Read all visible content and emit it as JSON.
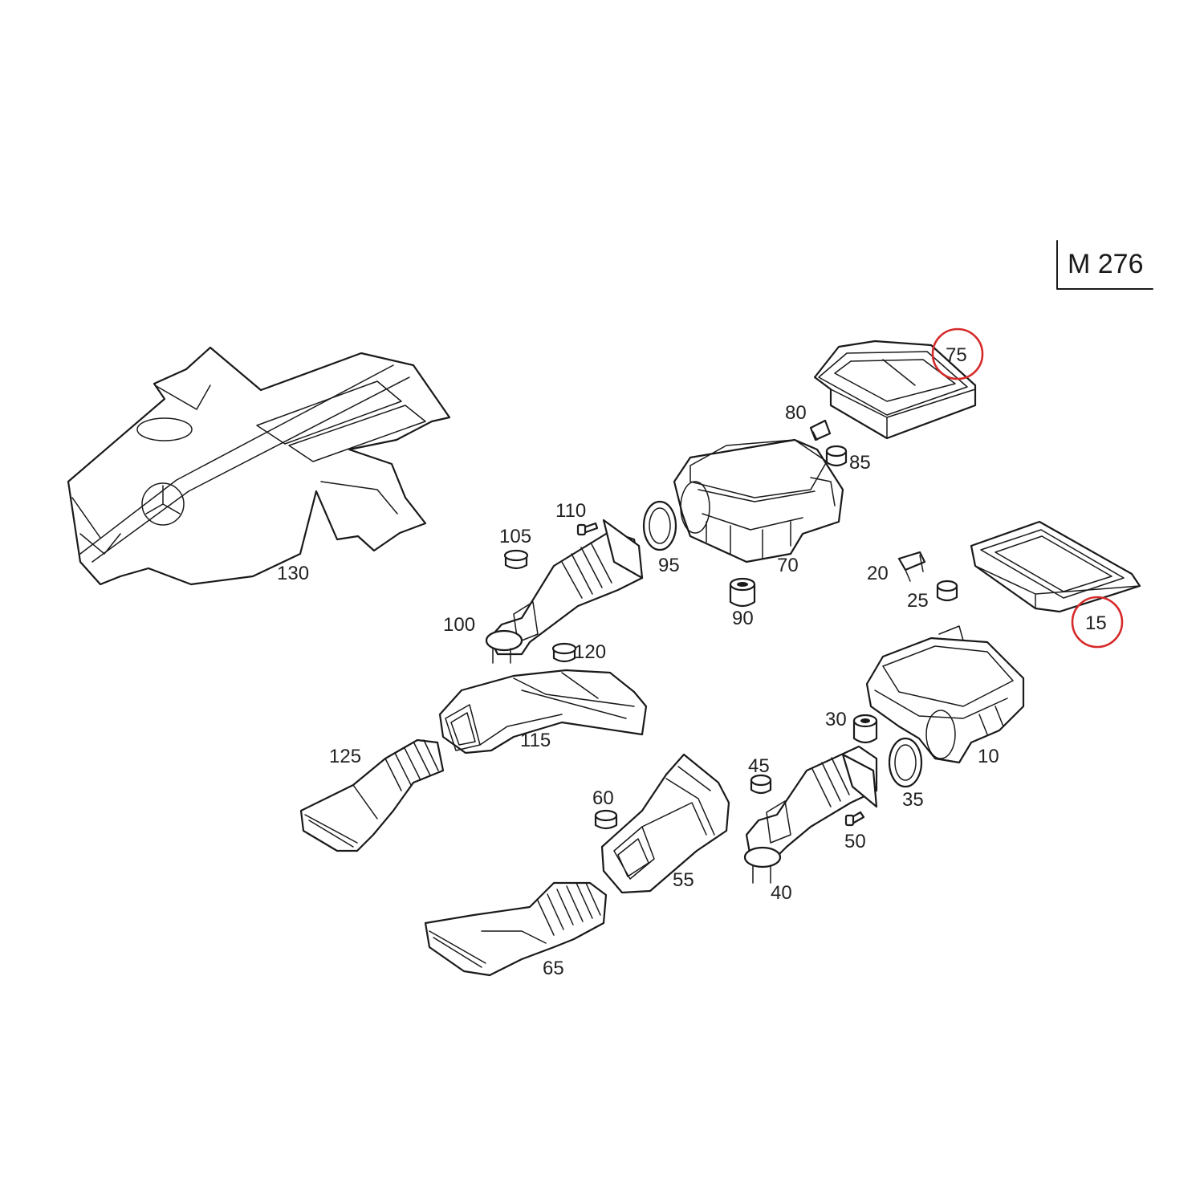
{
  "model_label": "M 276",
  "callouts": {
    "p130": "130",
    "p110": "110",
    "p105": "105",
    "p100": "100",
    "p120": "120",
    "p95": "95",
    "p90": "90",
    "p80": "80",
    "p85": "85",
    "p75": "75",
    "p70": "70",
    "p20": "20",
    "p25": "25",
    "p15": "15",
    "p30": "30",
    "p10": "10",
    "p35": "35",
    "p45": "45",
    "p50": "50",
    "p40": "40",
    "p60": "60",
    "p55": "55",
    "p65": "65",
    "p115": "115",
    "p125": "125"
  },
  "highlighted_parts": [
    "75",
    "15"
  ],
  "colors": {
    "highlight": "#d62a2a",
    "line": "#1a1a1a",
    "background": "#ffffff"
  }
}
